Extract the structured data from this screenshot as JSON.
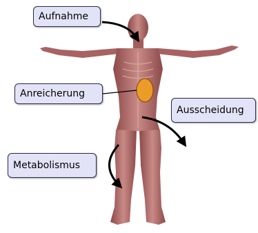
{
  "labels": {
    "aufnahme": "Aufnahme",
    "anreicherung": "Anreicherung",
    "ausscheidung": "Ausscheidung",
    "metabolismus": "Metabolismus"
  },
  "colors": {
    "label_fill": "#e3e3f7",
    "label_border": "#2a2a4a",
    "body": "#b56b6b",
    "organ": "#f0a020",
    "arrow": "#000000"
  }
}
